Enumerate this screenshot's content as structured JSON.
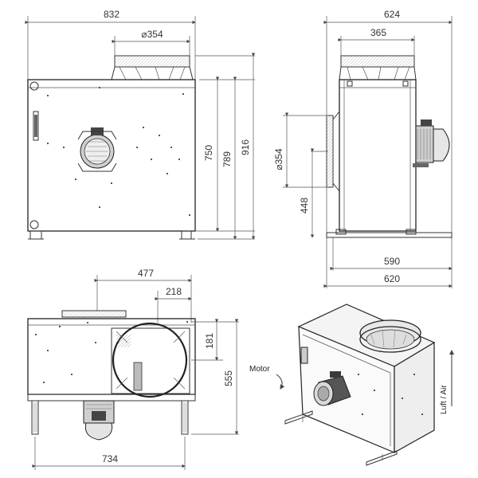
{
  "dimensions": {
    "front_width": "832",
    "front_inlet_diameter": "⌀354",
    "front_height_750": "750",
    "front_height_789": "789",
    "front_height_916": "916",
    "side_width": "624",
    "side_inlet_width": "365",
    "side_outlet_diameter": "⌀354",
    "side_outlet_height": "448",
    "side_base_590": "590",
    "side_base_620": "620",
    "top_offset_477": "477",
    "top_offset_218": "218",
    "top_height_181": "181",
    "top_height_555": "555",
    "top_width_734": "734"
  },
  "labels": {
    "motor": "Motor",
    "airflow": "Luft / Air"
  },
  "colors": {
    "line": "#222222",
    "dimension": "#555555",
    "motor_dark": "#3a3a3a",
    "motor_light": "#d9d9d9"
  }
}
